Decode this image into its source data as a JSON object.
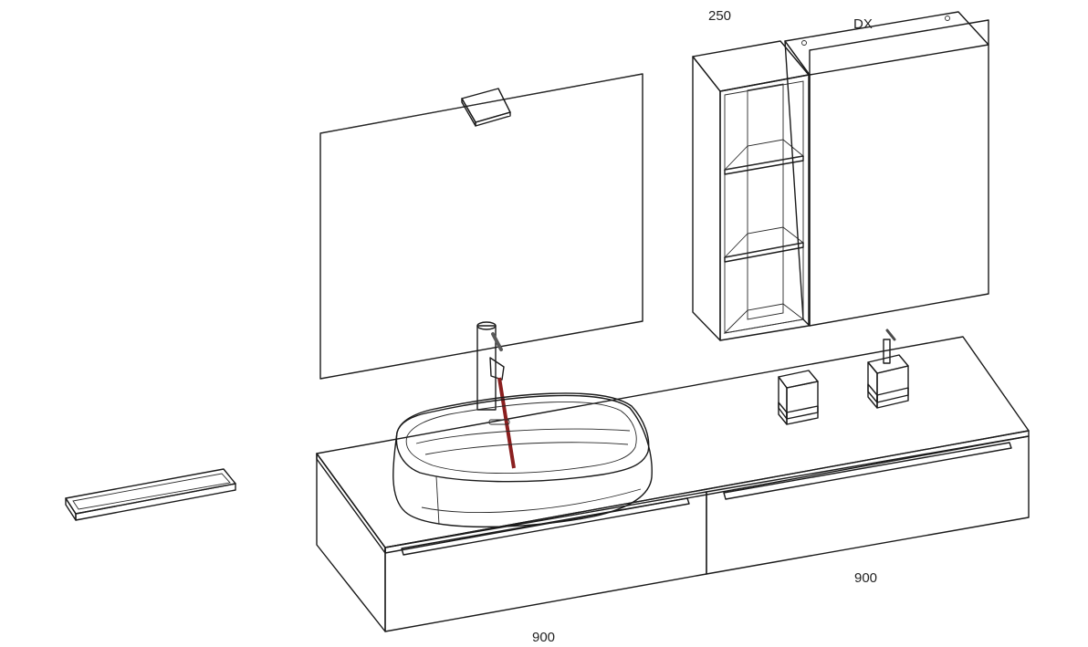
{
  "labels": {
    "cabinet_width": "250",
    "cabinet_side": "DX",
    "base_left_width": "900",
    "base_right_width": "900"
  },
  "colors": {
    "cabinet_grey": "#a49f98",
    "cabinet_dark": "#85817b",
    "countertop": "#f2f2ee",
    "mirror": "#ececec",
    "water": "#8a1f1f",
    "faucet": "#7b7b7b",
    "line": "#1a1a1a"
  }
}
